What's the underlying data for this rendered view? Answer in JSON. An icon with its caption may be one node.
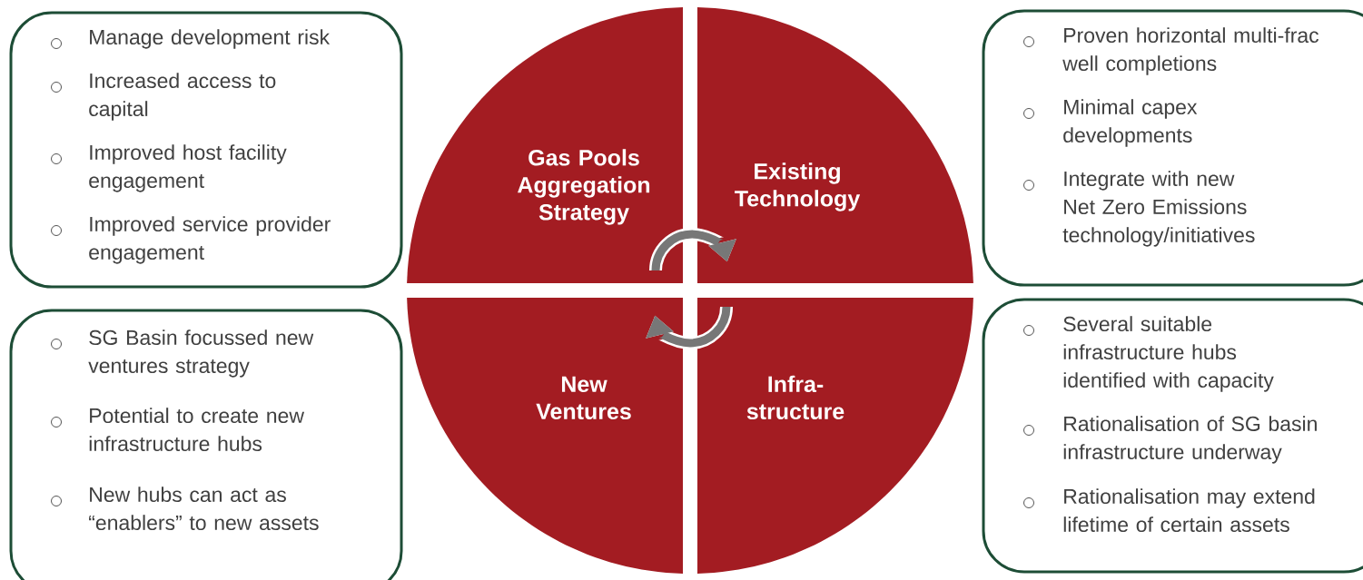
{
  "diagram": {
    "nodes": [
      {
        "text": [
          "Gas Pools Aggregation Strategy"
        ]
      },
      {
        "text": [
          "Existing Technology"
        ]
      },
      {
        "text": [
          "New Ventures"
        ]
      },
      {
        "text": [
          "Infra-structure"
        ]
      },
      {
        "text": [
          "Manage development risk",
          "Increased access to capital",
          "Improved host facility engagement",
          "Improved service provider engagement"
        ]
      },
      {
        "text": [
          "Proven horizontal multi-frac well completions",
          "Minimal capex developments",
          "Integrate with new Net Zero Emissions technology/initiatives"
        ]
      },
      {
        "text": [
          "SG Basin focussed new ventures strategy",
          "Potential to create new infrastructure hubs",
          "New hubs can act as “enablers” to new assets"
        ]
      },
      {
        "text": [
          "Several suitable infrastructure hubs identified with capacity",
          "Rationalisation of SG basin infrastructure underway",
          "Rationalisation may extend lifetime of certain assets"
        ]
      }
    ],
    "edges": [
      {
        "from": 0,
        "to": 1,
        "arrow": "to"
      },
      {
        "from": 3,
        "to": 2,
        "arrow": "to"
      }
    ]
  }
}
